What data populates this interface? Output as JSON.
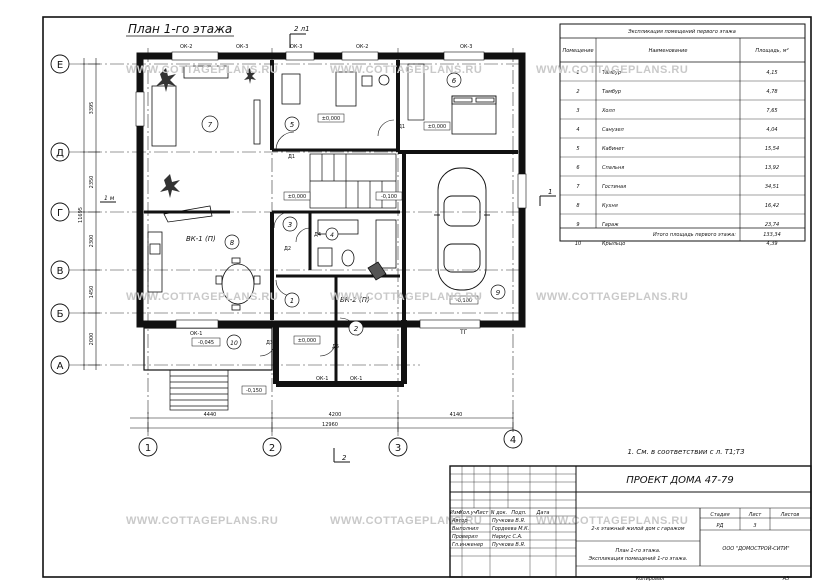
{
  "plan_title": "План 1-го этажа",
  "watermark": "WWW.COTTAGEPLANS.RU",
  "axes": {
    "vertical": [
      "1",
      "2",
      "3",
      "4"
    ],
    "horizontal": [
      "Е",
      "Д",
      "Г",
      "В",
      "Б",
      "А"
    ]
  },
  "dimensions": {
    "bottom": [
      "4440",
      "4200",
      "4140",
      "12960"
    ],
    "left": [
      "3395",
      "2350",
      "2300",
      "1450",
      "2000",
      "11695"
    ],
    "stair_marker": "1 м"
  },
  "section_marks": {
    "top": "2 л1",
    "bottom": "2",
    "right": "1",
    "left": "1 м"
  },
  "window_marks": [
    "ОК-2",
    "ОК-3",
    "ОК-3",
    "ОК-2",
    "ОК-3",
    "ОК-1",
    "ОК-1",
    "ОК-1"
  ],
  "room_numbers": [
    "7",
    "5",
    "6",
    "3",
    "4",
    "1",
    "2",
    "8",
    "9",
    "10"
  ],
  "levels": [
    "±0,000",
    "±0,000",
    "±0,000",
    "-0,100",
    "-0,100",
    "-0,045",
    "±0,000",
    "-0,150"
  ],
  "labels": {
    "vk1": "ВК-1 (П)",
    "vk2": "ВК-2 (П)",
    "tg": "ТГ",
    "d1a": "Д1",
    "d1b": "Д1",
    "d2": "Д2",
    "d3": "Д3",
    "d4": "Д4",
    "d5": "Д5"
  },
  "footnote": "1.  См. в соответствии с л. Т1;Т3",
  "explication": {
    "title": "Экспликация помещений первого этажа",
    "headers": [
      "Помещение",
      "Наименование",
      "Площадь, м²"
    ],
    "rows": [
      {
        "num": "1",
        "name": "Тамбур",
        "area": "4,15"
      },
      {
        "num": "2",
        "name": "Тамбур",
        "area": "4,78"
      },
      {
        "num": "3",
        "name": "Холл",
        "area": "7,65"
      },
      {
        "num": "4",
        "name": "Санузел",
        "area": "4,04"
      },
      {
        "num": "5",
        "name": "Кабинет",
        "area": "15,54"
      },
      {
        "num": "6",
        "name": "Спальня",
        "area": "13,92"
      },
      {
        "num": "7",
        "name": "Гостиная",
        "area": "34,51"
      },
      {
        "num": "8",
        "name": "Кухня",
        "area": "16,42"
      },
      {
        "num": "9",
        "name": "Гараж",
        "area": "23,74"
      },
      {
        "num": "10",
        "name": "Крыльцо",
        "area": "4,39"
      }
    ],
    "total_label": "Итого площадь первого этажа:",
    "total_value": "133,34"
  },
  "title_block": {
    "project": "ПРОЕКТ ДОМА 47-79",
    "description": "2-х этажный жилой дом с гаражом",
    "sheet_title_1": "План 1-го этажа.",
    "sheet_title_2": "Экспликация помещений 1-го этажа.",
    "company": "ООО \"ДОМОСТРОЙ-СИТИ\"",
    "col_headers": [
      "Изм.",
      "Кол.уч",
      "Лист",
      "N док.",
      "Подп.",
      "Дата"
    ],
    "roles": [
      "Автор",
      "Выполнил",
      "Проверил",
      "Гл.инженер"
    ],
    "names": [
      "Пучкова В.Я.",
      "Гордеева М.К.",
      "Нариус С.А.",
      "Пучкова В.Я."
    ],
    "stage_headers": [
      "Стадия",
      "Лист",
      "Листов"
    ],
    "stage_values": [
      "РД",
      "3",
      ""
    ],
    "copied": "Копировал",
    "format": "А3"
  }
}
